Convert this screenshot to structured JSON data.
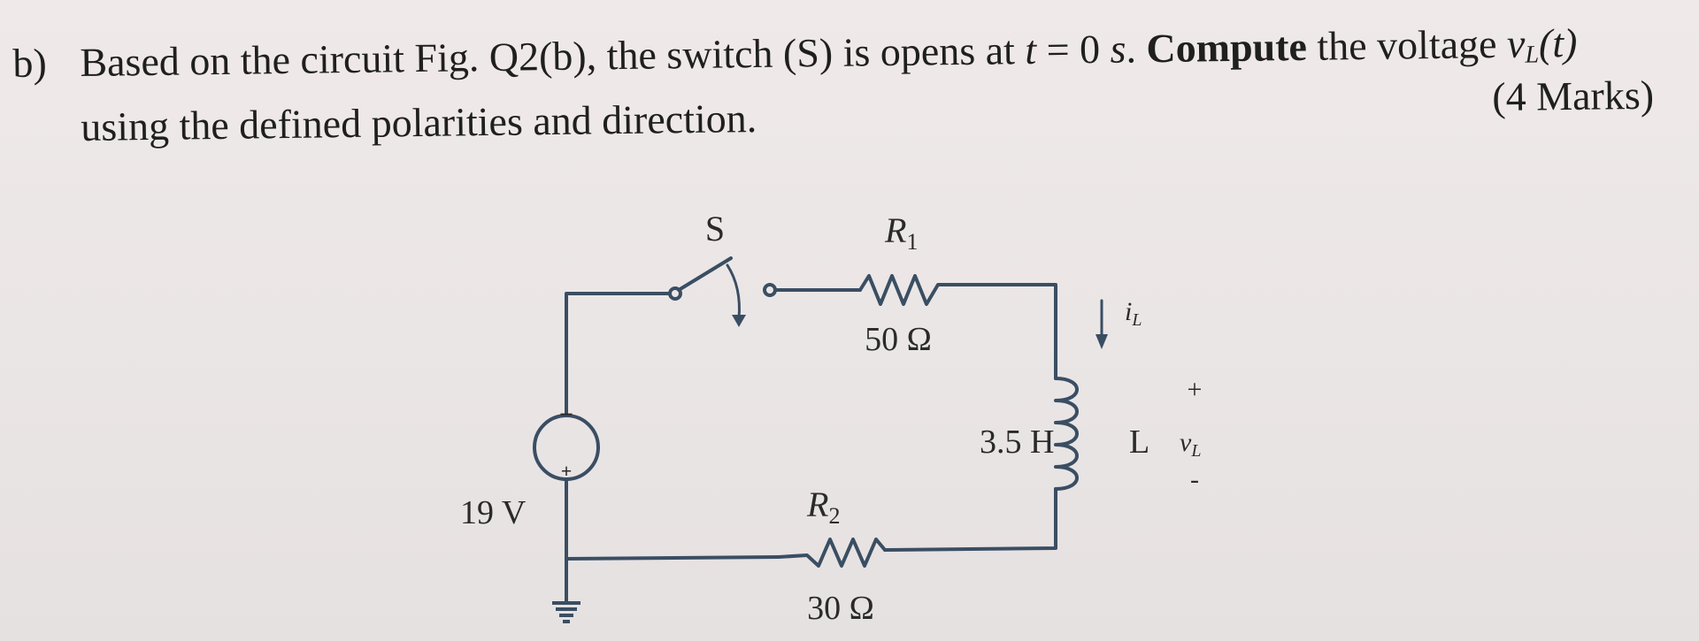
{
  "question": {
    "label": "b)",
    "line1_pre": "Based on the circuit Fig. Q2(b), the switch (S) is opens at ",
    "t_var": "t",
    "eq": " = 0 ",
    "unit_s": "s",
    "period": ". ",
    "compute": "Compute",
    "line1_post": " the voltage ",
    "vl_var": "v",
    "vl_sub": "L",
    "vl_arg": "(t)",
    "line2": "using the defined polarities and direction.",
    "marks": "(4 Marks)"
  },
  "circuit": {
    "switch_label": "S",
    "r1_name": "R",
    "r1_sub": "1",
    "r1_value": "50 Ω",
    "r2_name": "R",
    "r2_sub": "2",
    "r2_value": "30 Ω",
    "source_value": "19 V",
    "source_minus": "−",
    "source_plus": "+",
    "inductor_value": "3.5 H",
    "inductor_name": "L",
    "current_var": "i",
    "current_sub": "L",
    "voltage_var": "v",
    "voltage_sub": "L",
    "polarity_plus": "+",
    "polarity_minus": "-"
  }
}
